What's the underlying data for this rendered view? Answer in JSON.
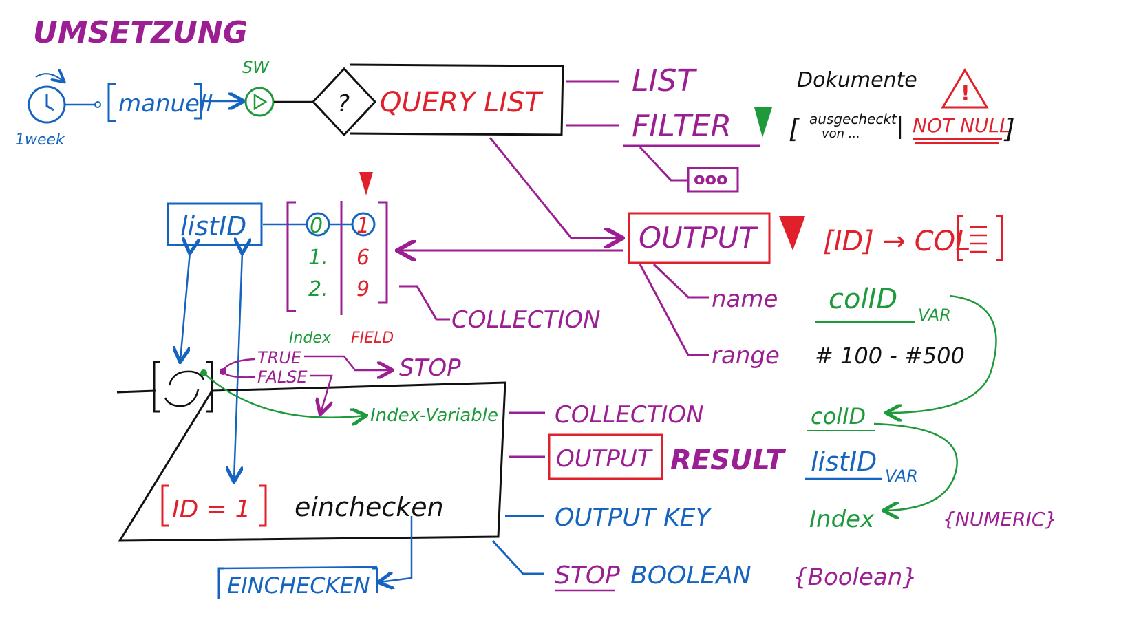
{
  "title": "UMSETZUNG",
  "colors": {
    "purple": "#9b1f93",
    "blue": "#1565c0",
    "green": "#1e9a3c",
    "red": "#e0202a",
    "black": "#111111"
  },
  "trigger": {
    "timer_label": "1week",
    "mode_label": "manuell",
    "sw_label": "SW"
  },
  "query": {
    "decision_symbol": "?",
    "block_label": "QUERY LIST",
    "list_label": "LIST",
    "filter_label": "FILTER",
    "filter_more": "ooo",
    "filter_bracket_open": "[",
    "filter_field_line1": "ausgecheckt",
    "filter_field_line2": "von ...",
    "filter_separator": "|",
    "filter_condition": "NOT NULL",
    "filter_bracket_close": "]",
    "documents_label": "Dokumente",
    "warning_symbol": "!"
  },
  "output": {
    "label": "OUTPUT",
    "mapping": "[ID] → COL",
    "name_label": "name",
    "name_value": "colID",
    "name_value_sub": "VAR",
    "range_label": "range",
    "range_value": "# 100 - #500"
  },
  "collection_table": {
    "listid_label": "listID",
    "index_values": [
      "0.",
      "1.",
      "2."
    ],
    "field_values": [
      "1",
      "6",
      "9"
    ],
    "index_header": "Index",
    "field_header": "FIELD",
    "collection_label": "COLLECTION"
  },
  "loop": {
    "true_label": "TRUE",
    "false_label": "FALSE",
    "stop_label": "STOP",
    "index_variable_label": "Index-Variable",
    "id_condition": "ID = 1",
    "action_label": "einchecken",
    "result_box_label": "EINCHECKEN"
  },
  "loop_params": {
    "collection_label": "COLLECTION",
    "collection_value": "colID",
    "output_box_label": "OUTPUT",
    "result_label": "RESULT",
    "result_value": "listID",
    "result_value_sub": "VAR",
    "output_key_label": "OUTPUT KEY",
    "output_key_value": "Index",
    "output_key_type": "{NUMERIC}",
    "stop_label": "STOP",
    "boolean_label": "BOOLEAN",
    "stop_boolean_type": "{Boolean}"
  }
}
